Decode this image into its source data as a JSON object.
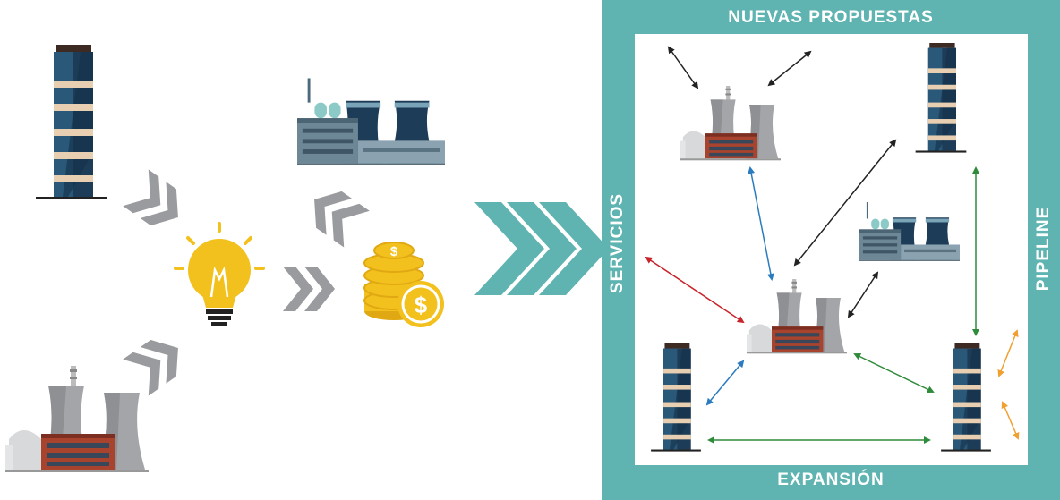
{
  "frame": {
    "top_label": "NUEVAS PROPUESTAS",
    "bottom_label": "EXPANSIÓN",
    "left_label": "SERVICIOS",
    "right_label": "PIPELINE"
  },
  "coin_symbol": "$",
  "colors": {
    "frame_teal": "#5fb4b1",
    "chevron_gray": "#9a9b9e",
    "bulb_yellow": "#f2c11d",
    "tower_navy": "#1d3c57",
    "tower_band": "#e8cfb2",
    "arrow_black": "#222222",
    "arrow_blue": "#2b7bbf",
    "arrow_red": "#c8242b",
    "arrow_green": "#2e8b3a",
    "arrow_orange": "#f0a030"
  }
}
